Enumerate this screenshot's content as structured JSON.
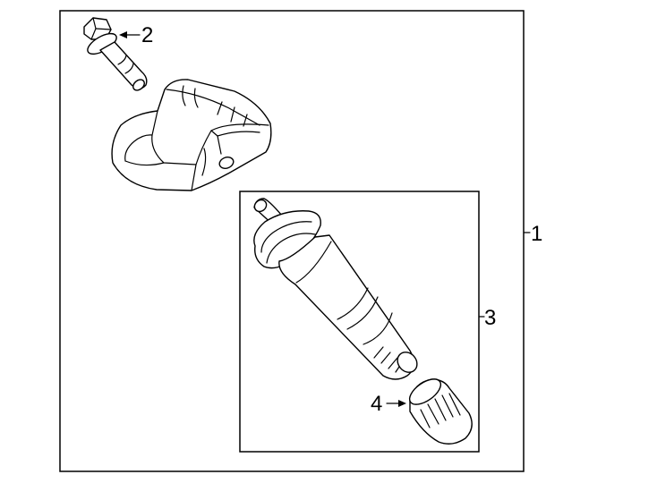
{
  "callouts": {
    "assembly": "1",
    "bolt": "2",
    "valve_stem": "3",
    "valve_cap": "4"
  },
  "colors": {
    "line": "#000000",
    "background": "#ffffff"
  }
}
